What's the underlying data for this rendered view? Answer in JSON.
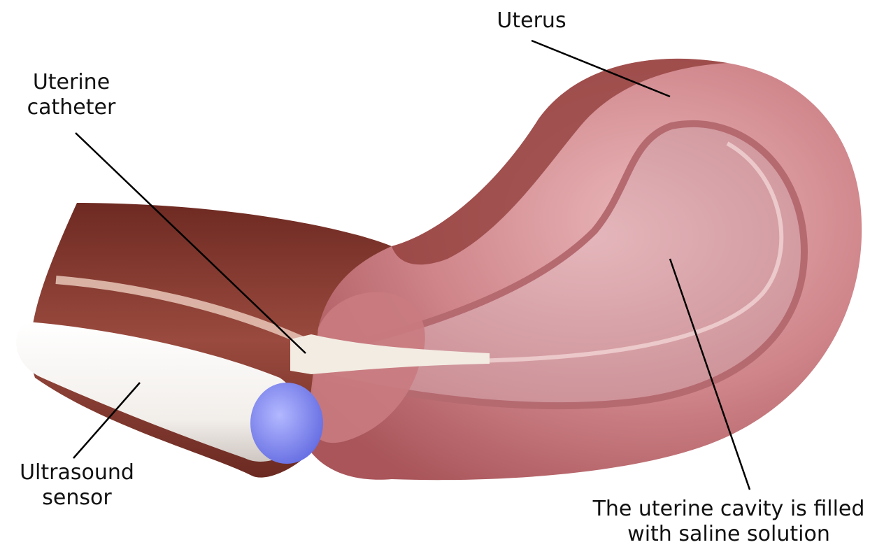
{
  "labels": {
    "uterus": "Uterus",
    "uterine_catheter": [
      "Uterine",
      "catheter"
    ],
    "ultrasound_sensor": [
      "Ultrasound",
      "sensor"
    ],
    "cavity": [
      "The uterine cavity is filled",
      "with saline solution"
    ]
  },
  "colors": {
    "uterus_wall": "#c9787c",
    "uterus_highlight": "#e7aeb1",
    "uterus_shadow": "#7a2e2a",
    "cavity_fill": "#d9a3a9",
    "vaginal_canal": "#8a3b30",
    "sensor_body": "#f4f1ee",
    "sensor_tip": "#7f86ef",
    "leader_line": "#000000"
  },
  "icons": {
    "sensor_tip": "blue-dome-icon"
  }
}
